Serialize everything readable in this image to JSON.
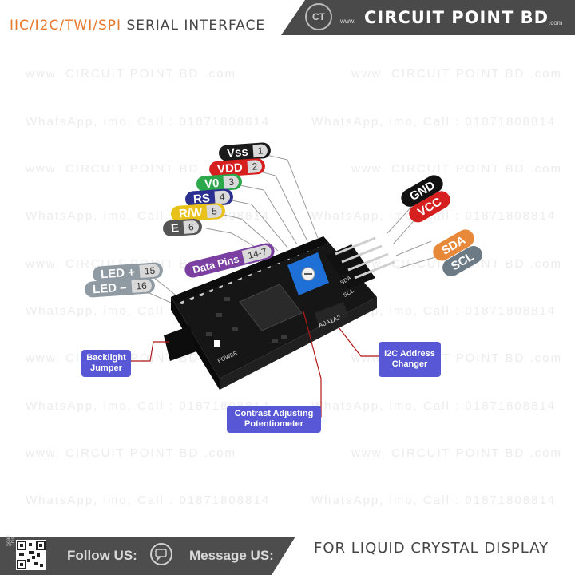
{
  "header": {
    "title_accent": "IIC/I2C/TWI/SPI",
    "title_rest": "SERIAL INTERFACE",
    "brand_www": "www.",
    "brand_name": "CIRCUIT POINT BD",
    "brand_com": ".com",
    "logo_icon": "circuit-logo-icon"
  },
  "watermark": {
    "site": "www. CIRCUIT POINT BD .com",
    "contact": "WhatsApp, imo, Call : 01871808814"
  },
  "pins": [
    {
      "label": "Vss",
      "num": "1",
      "color": "#1a1a1a"
    },
    {
      "label": "VDD",
      "num": "2",
      "color": "#d62020"
    },
    {
      "label": "V0",
      "num": "3",
      "color": "#2aa84a"
    },
    {
      "label": "RS",
      "num": "4",
      "color": "#2b2f8f"
    },
    {
      "label": "R/W",
      "num": "5",
      "color": "#e8c21a"
    },
    {
      "label": "E",
      "num": "6",
      "color": "#555555"
    }
  ],
  "data_pins": {
    "label": "Data Pins",
    "num": "14-7",
    "color": "#7a3fa0"
  },
  "led_pins": [
    {
      "label": "LED +",
      "num": "15",
      "color": "#8f9aa3"
    },
    {
      "label": "LED –",
      "num": "16",
      "color": "#8f9aa3"
    }
  ],
  "right_pins": [
    {
      "label": "GND",
      "color": "#111111"
    },
    {
      "label": "VCC",
      "color": "#d62020"
    },
    {
      "label": "SDA",
      "color": "#e8893a"
    },
    {
      "label": "SCL",
      "color": "#6b7a85"
    }
  ],
  "board": {
    "power_label": "POWER",
    "sda_label": "SDA",
    "scl_label": "SCL",
    "addr_label": "A0A1A2"
  },
  "callouts": {
    "backlight": "Backlight Jumper",
    "contrast": "Contrast Adjusting Potentiometer",
    "i2c": "I2C Address Changer"
  },
  "footer": {
    "scan_text": "Scan This",
    "follow_label": "Follow US:",
    "message_label": "Message US:",
    "slogan": "FOR LIQUID CRYSTAL DISPLAY",
    "message_icon": "chat-bubble-icon",
    "qr_icon": "qr-code-icon"
  },
  "colors": {
    "accent": "#e8782c",
    "header_dark": "#4a4a4a",
    "callout_bg": "#5858d6",
    "callout_line": "#b01818"
  }
}
